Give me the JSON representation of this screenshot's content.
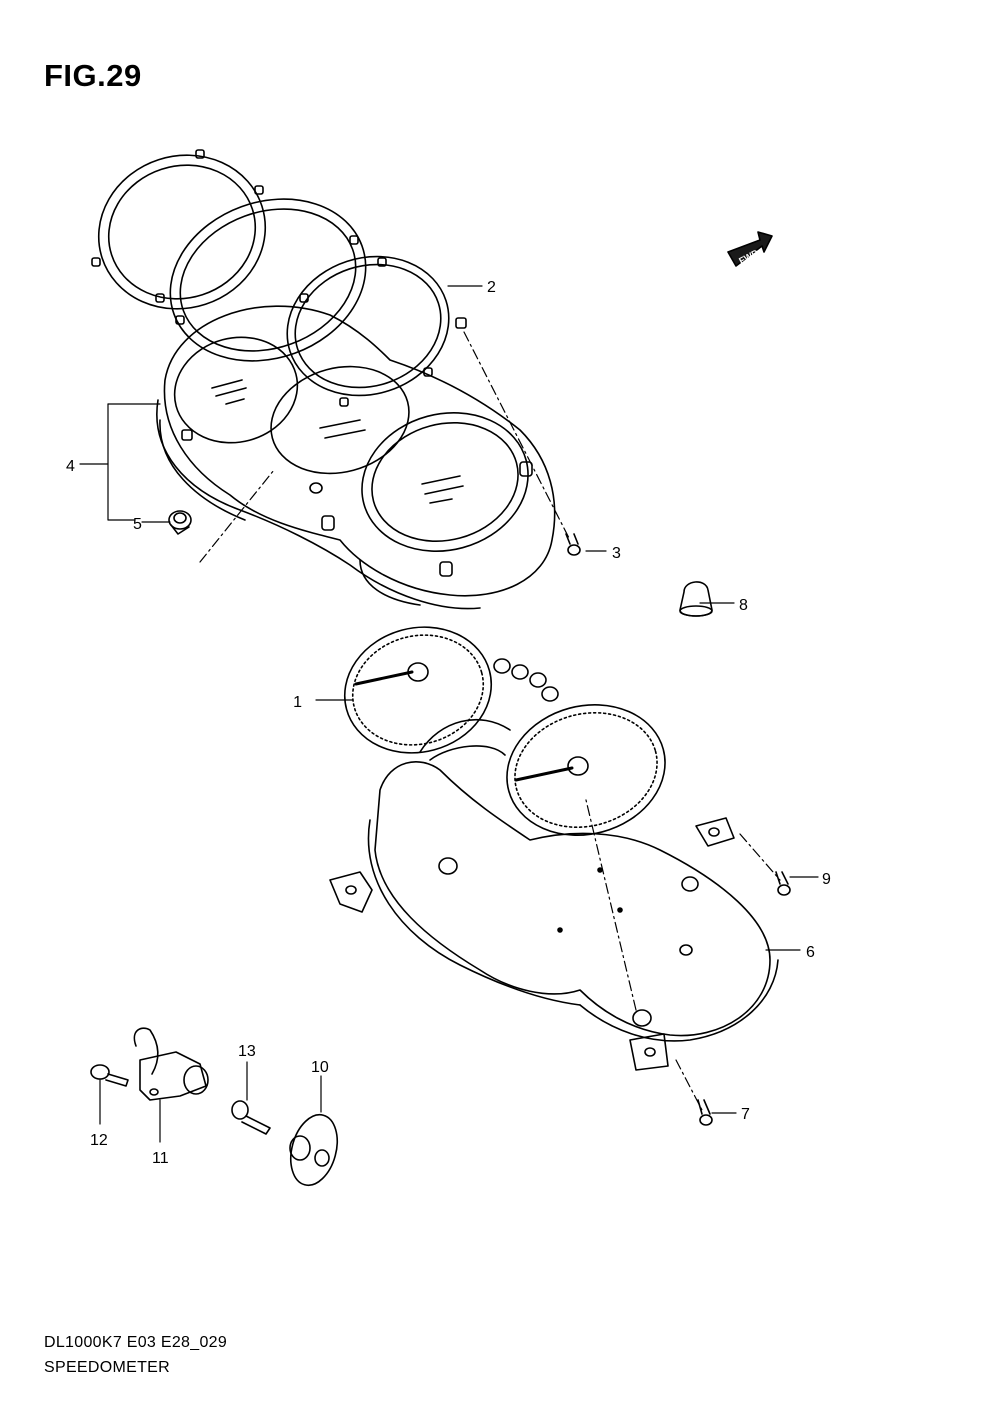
{
  "figure": {
    "title": "FIG.29",
    "code": "DL1000K7 E03 E28_029",
    "name": "SPEEDOMETER",
    "fwd_label": "FWD"
  },
  "callouts": [
    {
      "id": "1",
      "label": "1"
    },
    {
      "id": "2",
      "label": "2"
    },
    {
      "id": "3",
      "label": "3"
    },
    {
      "id": "4",
      "label": "4"
    },
    {
      "id": "5",
      "label": "5"
    },
    {
      "id": "6",
      "label": "6"
    },
    {
      "id": "7",
      "label": "7"
    },
    {
      "id": "8",
      "label": "8"
    },
    {
      "id": "9",
      "label": "9"
    },
    {
      "id": "10",
      "label": "10"
    },
    {
      "id": "11",
      "label": "11"
    },
    {
      "id": "12",
      "label": "12"
    },
    {
      "id": "13",
      "label": "13"
    }
  ]
}
